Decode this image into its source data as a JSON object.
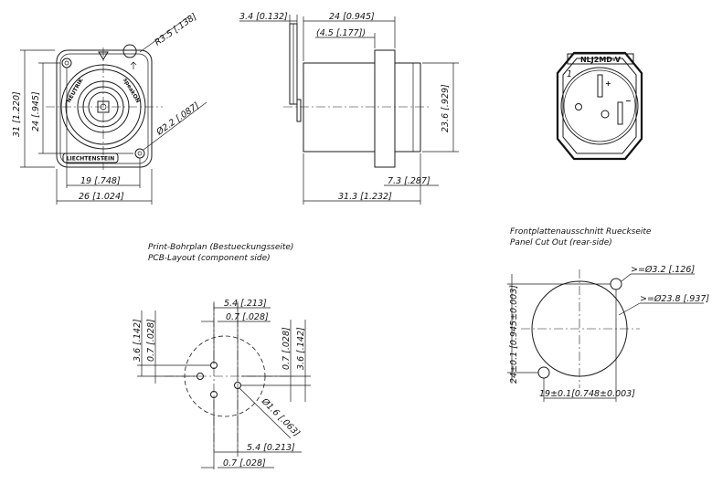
{
  "front_view": {
    "dim_r35": "R3.5 [.138]",
    "dim_d22": "Ø2.2 [.087]",
    "dim_31": "31 [1.220]",
    "dim_24": "24 [.945]",
    "dim_19": "19 [.748]",
    "dim_26": "26 [1.024]",
    "brand": "NEUTRIK",
    "liechtenstein": "LIECHTENSTEIN",
    "speakon": "speakON"
  },
  "side_view": {
    "dim_34": "3.4 [0.132]",
    "dim_24": "24 [0.945]",
    "dim_45": "(4.5 [.177])",
    "dim_236": "23.6 [.929]",
    "dim_73": "7.3 [.287]",
    "dim_313": "31.3 [1.232]"
  },
  "rear_view": {
    "model": "NLJ2MD-V",
    "pin1": "1",
    "plus": "+",
    "minus": "−"
  },
  "pcb_layout": {
    "title_de": "Print-Bohrplan (Bestueckungsseite)",
    "title_en": "PCB-Layout (component side)",
    "dim_54_top": "5.4 [.213]",
    "dim_07_top": "0.7 [.028]",
    "dim_36_left": "3.6 [.142]",
    "dim_07_left": "0.7 [.028]",
    "dim_07_right": "0.7 [.028]",
    "dim_36_right": "3.6 [.142]",
    "dim_16": "Ø1.6 [.063]",
    "dim_54_bot": "5.4 [0.213]",
    "dim_07_bot": "0.7 [.028]"
  },
  "panel_cutout": {
    "title_de": "Frontplattenausschnitt Rueckseite",
    "title_en": "Panel Cut Out (rear-side)",
    "dim_32": ">=Ø3.2 [.126]",
    "dim_238": ">=Ø23.8 [.937]",
    "dim_24v": "24±0.1 [0.945±0.003]",
    "dim_19h": "19±0.1[0.748±0.003]"
  }
}
